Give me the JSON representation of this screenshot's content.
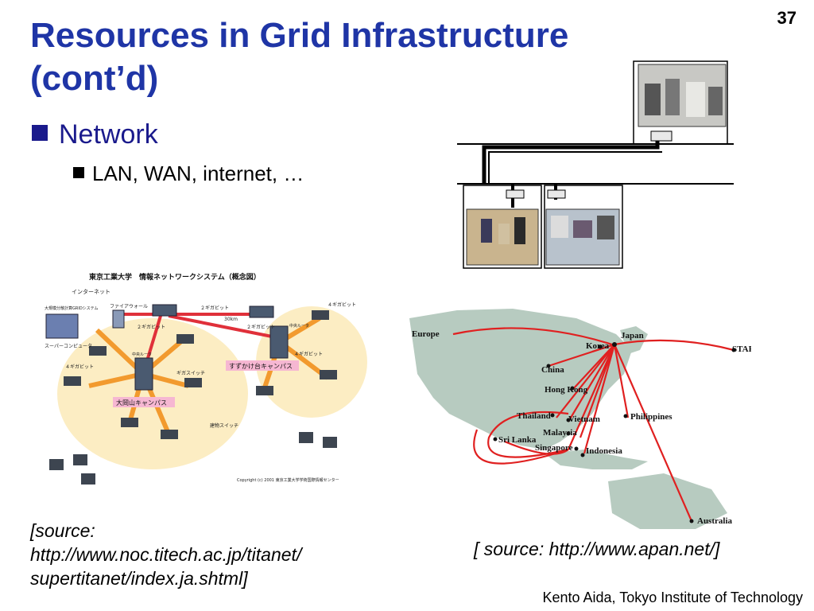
{
  "slide": {
    "number": "37",
    "title_line1": "Resources in Grid Infrastructure",
    "title_line2": "(cont’d)",
    "bullet_level1": "Network",
    "bullet_level2": "LAN, WAN, internet, …",
    "source_left_line1": "[source:",
    "source_left_line2": "http://www.noc.titech.ac.jp/titanet/",
    "source_left_line3": "supertitanet/index.ja.shtml]",
    "source_right": "[ source: http://www.apan.net/]",
    "footer": "Kento Aida, Tokyo Institute of Technology"
  },
  "diagram_titanet": {
    "heading": "東京工業大学　情報ネットワークシステム（概念図）",
    "internet": "インターネット",
    "firewall": "ファイアウォール",
    "grid_system": "大規模分散計算GRIDシステム",
    "supercomputer": "スーパーコンピュータ",
    "gigabit_2a": "２ギガビット",
    "gigabit_2b": "２ギガビット",
    "gigabit_2c": "２ギガビット",
    "distance": "30km",
    "core_router": "中央ルータ",
    "core_router2": "中央ルータ",
    "gigabit_4a": "４ギガビット",
    "gigabit_4b": "４ギガビット",
    "gigabit_4c": "４ギガビット",
    "gigaswitch": "ギガスイッチ",
    "campus_suzukake": "すずかけ台キャンパス",
    "campus_ookayama": "大岡山キャンパス",
    "building_switch": "建物スイッチ",
    "copyright": "Copyright (c) 2001 東京工業大学学術国際情報センター"
  },
  "map_apan": {
    "labels": [
      "Europe",
      "Japan",
      "Korea",
      "China",
      "STAR TAP (USA)",
      "Hong Kong",
      "Thailand",
      "Vietnam",
      "Philippines",
      "Malaysia",
      "Sri Lanka",
      "Singapore",
      "Indonesia",
      "Australia"
    ],
    "line_color": "#e02020",
    "land_color": "#b7cbc0"
  }
}
